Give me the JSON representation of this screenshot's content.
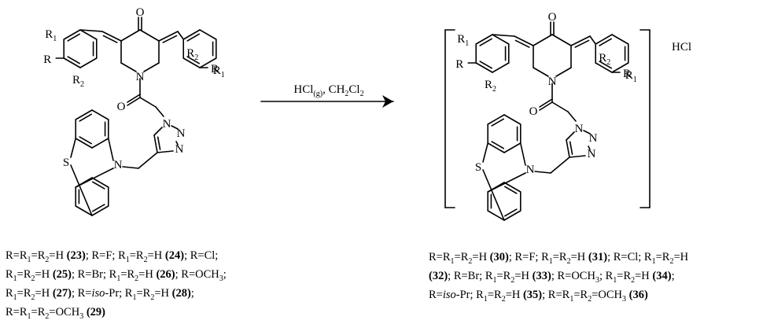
{
  "reaction": {
    "reagent_main": "HCl",
    "reagent_main_sub": "(g)",
    "reagent_sep": ", ",
    "reagent_solvent": "CH",
    "solvent_sub1": "2",
    "solvent_cl": "Cl",
    "solvent_sub2": "2",
    "salt_label": "HCl"
  },
  "atoms": {
    "o": "O",
    "n": "N",
    "s": "S",
    "r": "R",
    "r1": "R",
    "r1_sub": "1",
    "r2": "R",
    "r2_sub": "2"
  },
  "left_caption": [
    [
      {
        "t": "R=R"
      },
      {
        "s": "1"
      },
      {
        "t": "=R"
      },
      {
        "s": "2"
      },
      {
        "t": "=H "
      },
      {
        "b": "(23)"
      },
      {
        "t": "; R=F; R"
      },
      {
        "s": "1"
      },
      {
        "t": "=R"
      },
      {
        "s": "2"
      },
      {
        "t": "=H "
      },
      {
        "b": "(24)"
      },
      {
        "t": "; R=Cl;"
      }
    ],
    [
      {
        "t": "R"
      },
      {
        "s": "1"
      },
      {
        "t": "=R"
      },
      {
        "s": "2"
      },
      {
        "t": "=H "
      },
      {
        "b": "(25)"
      },
      {
        "t": "; R=Br; R"
      },
      {
        "s": "1"
      },
      {
        "t": "=R"
      },
      {
        "s": "2"
      },
      {
        "t": "=H "
      },
      {
        "b": "(26)"
      },
      {
        "t": "; R=OCH"
      },
      {
        "s": "3"
      },
      {
        "t": ";"
      }
    ],
    [
      {
        "t": "R"
      },
      {
        "s": "1"
      },
      {
        "t": "=R"
      },
      {
        "s": "2"
      },
      {
        "t": "=H "
      },
      {
        "b": "(27)"
      },
      {
        "t": "; R="
      },
      {
        "i": "iso"
      },
      {
        "t": "-Pr; R"
      },
      {
        "s": "1"
      },
      {
        "t": "=R"
      },
      {
        "s": "2"
      },
      {
        "t": "=H "
      },
      {
        "b": "(28)"
      },
      {
        "t": ";"
      }
    ],
    [
      {
        "t": "R=R"
      },
      {
        "s": "1"
      },
      {
        "t": "=R"
      },
      {
        "s": "2"
      },
      {
        "t": "=OCH"
      },
      {
        "s": "3"
      },
      {
        "t": " "
      },
      {
        "b": "(29)"
      }
    ]
  ],
  "right_caption": [
    [
      {
        "t": "R=R"
      },
      {
        "s": "1"
      },
      {
        "t": "=R"
      },
      {
        "s": "2"
      },
      {
        "t": "=H "
      },
      {
        "b": "(30)"
      },
      {
        "t": "; R=F; R"
      },
      {
        "s": "1"
      },
      {
        "t": "=R"
      },
      {
        "s": "2"
      },
      {
        "t": "=H "
      },
      {
        "b": "(31)"
      },
      {
        "t": "; R=Cl; R"
      },
      {
        "s": "1"
      },
      {
        "t": "=R"
      },
      {
        "s": "2"
      },
      {
        "t": "=H"
      }
    ],
    [
      {
        "b": "(32)"
      },
      {
        "t": "; R=Br; R"
      },
      {
        "s": "1"
      },
      {
        "t": "=R"
      },
      {
        "s": "2"
      },
      {
        "t": "=H "
      },
      {
        "b": "(33)"
      },
      {
        "t": "; R=OCH"
      },
      {
        "s": "3"
      },
      {
        "t": "; R"
      },
      {
        "s": "1"
      },
      {
        "t": "=R"
      },
      {
        "s": "2"
      },
      {
        "t": "=H "
      },
      {
        "b": "(34)"
      },
      {
        "t": ";"
      }
    ],
    [
      {
        "t": "R="
      },
      {
        "i": "iso"
      },
      {
        "t": "-Pr; R"
      },
      {
        "s": "1"
      },
      {
        "t": "=R"
      },
      {
        "s": "2"
      },
      {
        "t": "=H "
      },
      {
        "b": "(35)"
      },
      {
        "t": "; R=R"
      },
      {
        "s": "1"
      },
      {
        "t": "=R"
      },
      {
        "s": "2"
      },
      {
        "t": "=OCH"
      },
      {
        "s": "3"
      },
      {
        "t": " "
      },
      {
        "b": "(36)"
      }
    ]
  ]
}
